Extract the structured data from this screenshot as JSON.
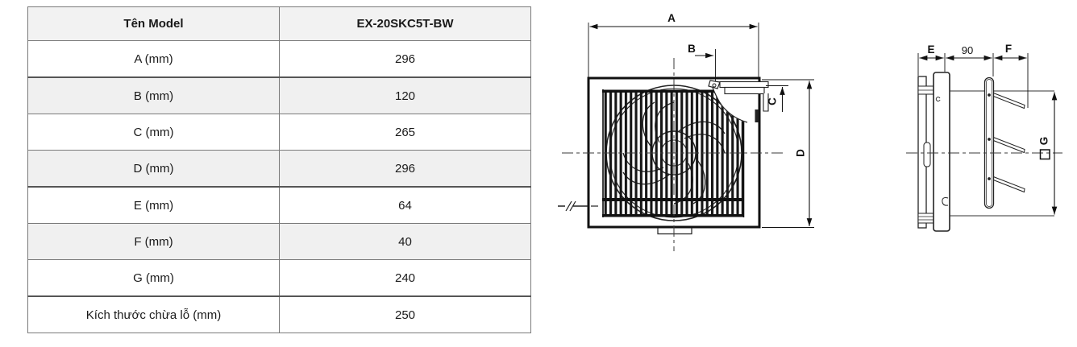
{
  "table": {
    "headers": [
      "Tên Model",
      "EX-20SKC5T-BW"
    ],
    "rows": [
      {
        "label": "A (mm)",
        "value": "296"
      },
      {
        "label": "B (mm)",
        "value": "120"
      },
      {
        "label": "C (mm)",
        "value": "265"
      },
      {
        "label": "D (mm)",
        "value": "296"
      },
      {
        "label": "E (mm)",
        "value": "64"
      },
      {
        "label": "F (mm)",
        "value": "40"
      },
      {
        "label": "G (mm)",
        "value": "240"
      },
      {
        "label": "Kích thước chừa lỗ (mm)",
        "value": "250"
      }
    ]
  },
  "drawings": {
    "front_view": {
      "dim_width": "A",
      "dim_offset": "B",
      "dim_louver_height": "C",
      "dim_height": "D"
    },
    "side_view": {
      "dim_depth": "E",
      "dim_mid": "90",
      "dim_louver_depth": "F",
      "dim_opening": "G"
    }
  },
  "colors": {
    "header_bg": "#f2f2f2",
    "row_stripe": "#f0f0f0",
    "table_border": "#7a7a7a",
    "line_work": "#1a1a1a"
  }
}
